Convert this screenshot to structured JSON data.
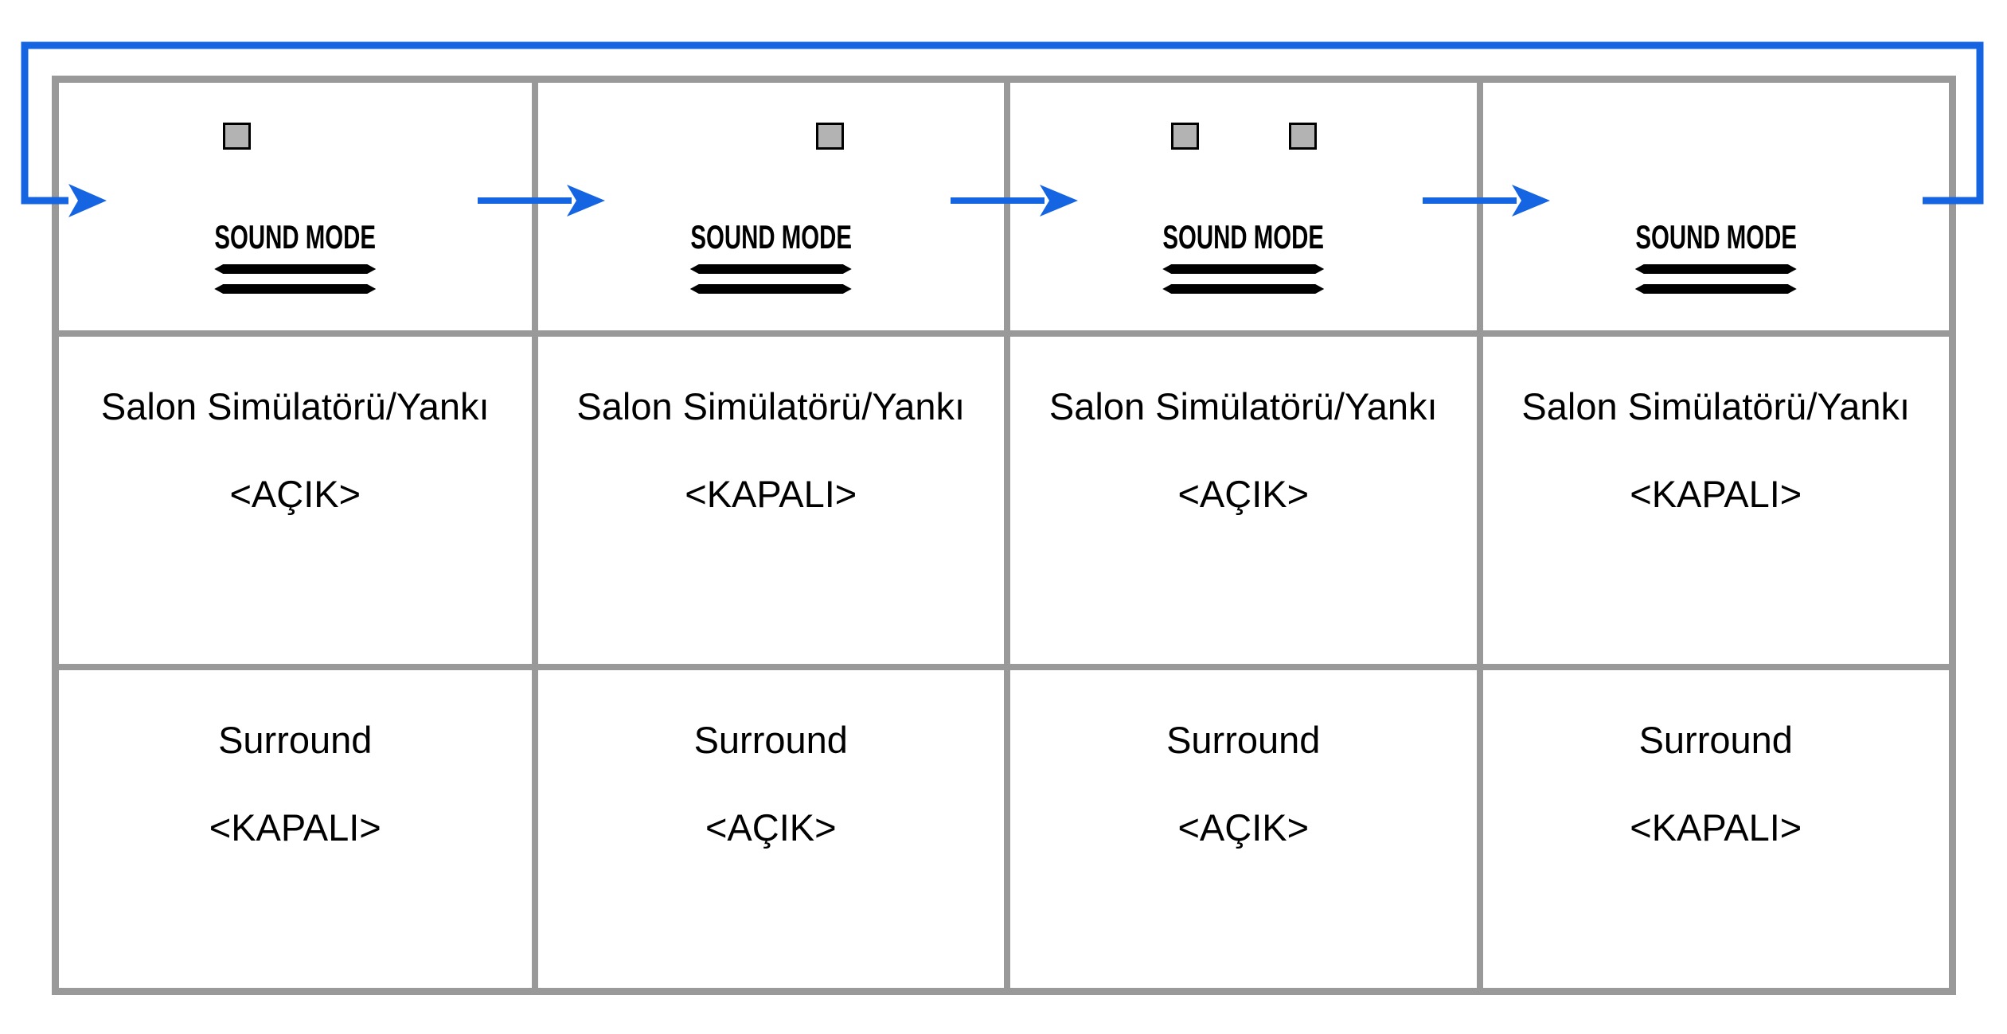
{
  "colors": {
    "arrow": "#1565E2",
    "grid": "#999999",
    "led_fill": "#B3B3B3",
    "text": "#000000"
  },
  "sound_mode": {
    "label": "SOUND MODE"
  },
  "states": [
    {
      "led_left": true,
      "led_right": false,
      "hall": {
        "label": "Salon Simülatörü/Yankı",
        "value": "<AÇIK>"
      },
      "surround": {
        "label": "Surround",
        "value": "<KAPALI>"
      }
    },
    {
      "led_left": false,
      "led_right": true,
      "hall": {
        "label": "Salon Simülatörü/Yankı",
        "value": "<KAPALI>"
      },
      "surround": {
        "label": "Surround",
        "value": "<AÇIK>"
      }
    },
    {
      "led_left": true,
      "led_right": true,
      "hall": {
        "label": "Salon Simülatörü/Yankı",
        "value": "<AÇIK>"
      },
      "surround": {
        "label": "Surround",
        "value": "<AÇIK>"
      }
    },
    {
      "led_left": false,
      "led_right": false,
      "hall": {
        "label": "Salon Simülatörü/Yankı",
        "value": "<KAPALI>"
      },
      "surround": {
        "label": "Surround",
        "value": "<KAPALI>"
      }
    }
  ]
}
